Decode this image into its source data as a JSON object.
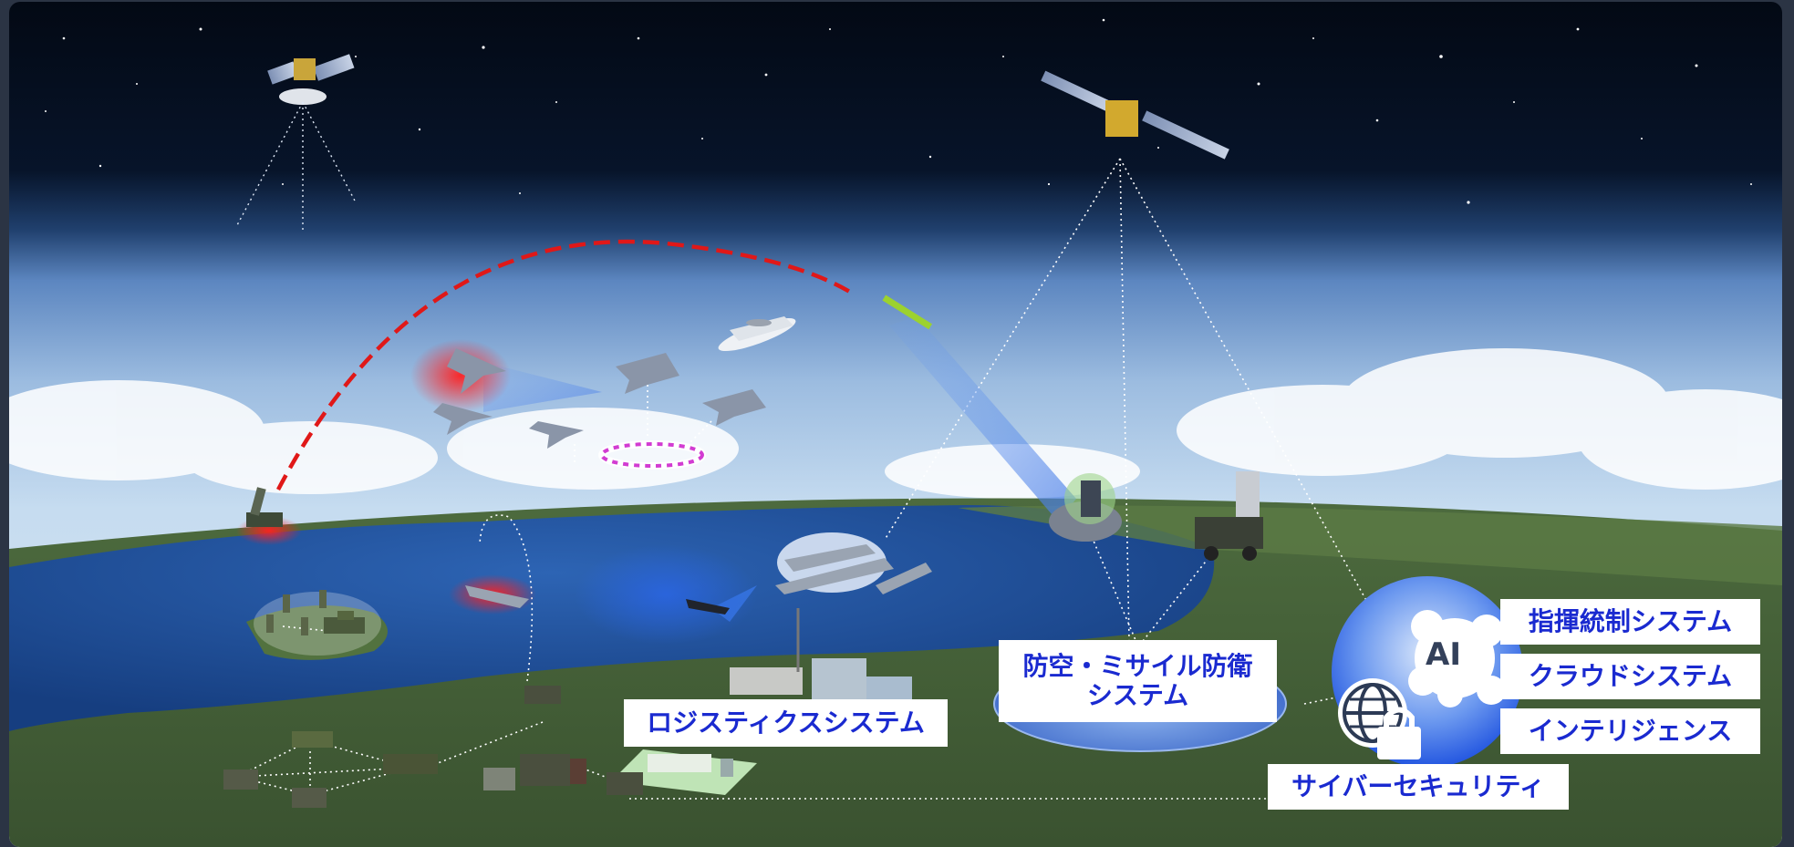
{
  "labels": {
    "logistics": "ロジスティクスシステム",
    "air_defense_line1": "防空・ミサイル防衛",
    "air_defense_line2": "システム",
    "command_control": "指揮統制システム",
    "cloud": "クラウドシステム",
    "intelligence": "インテリジェンス",
    "cyber_security": "サイバーセキュリティ",
    "ai": "AI"
  },
  "icons": [
    "satellite-icon",
    "fighter-jet-icon",
    "awacs-aircraft-icon",
    "missile-icon",
    "warship-icon",
    "submarine-icon",
    "radar-icon",
    "tank-icon",
    "soldier-icon",
    "truck-icon",
    "building-icon",
    "globe-icon",
    "lock-icon",
    "ai-brain-icon"
  ],
  "colors": {
    "label_text": "#1a2ad0",
    "label_bg": "#ffffff",
    "trajectory": "#e01818",
    "sky_top": "#030914",
    "sea": "#1f4f9a"
  }
}
